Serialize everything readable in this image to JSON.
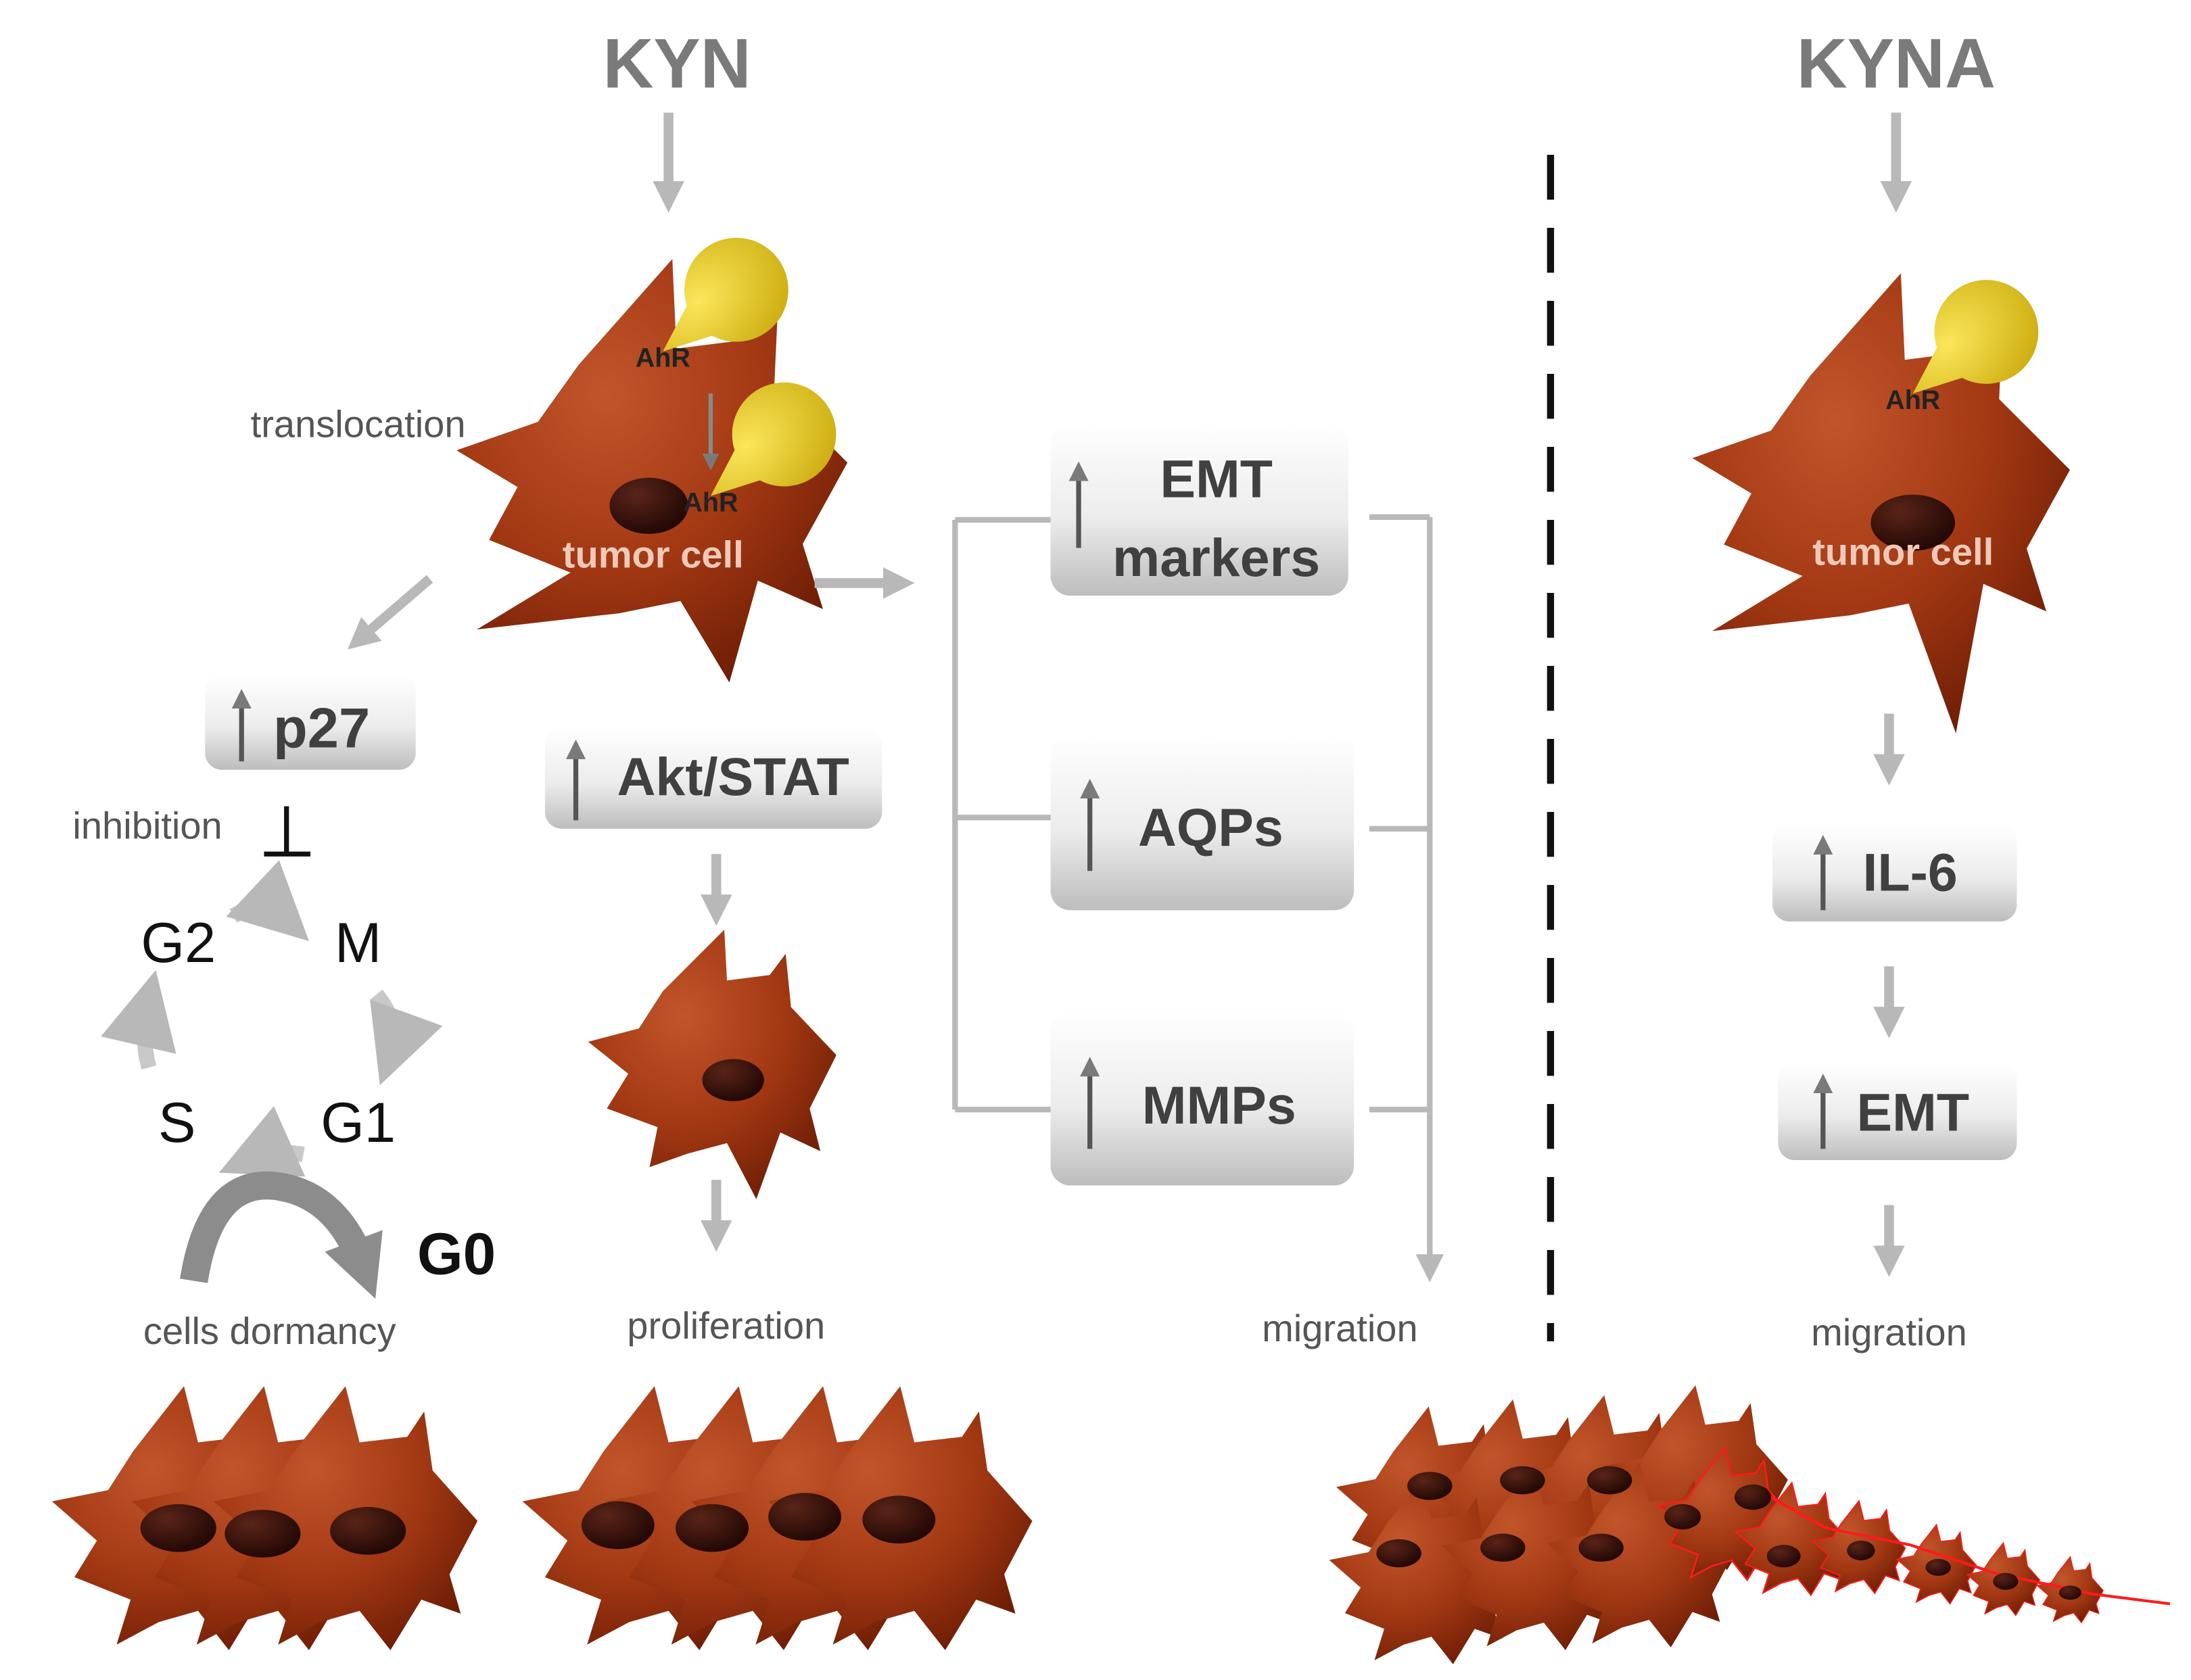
{
  "left_title": "KYN",
  "right_title": "KYNA",
  "receptor": "AhR",
  "cell_label": "tumor cell",
  "translocation": "translocation",
  "inhibition": "inhibition",
  "boxes": {
    "p27": "p27",
    "akt": "Akt/STAT",
    "emt1": "EMT",
    "emt2": "markers",
    "aqps": "AQPs",
    "mmps": "MMPs",
    "il6": "IL-6",
    "emt": "EMT"
  },
  "cycle": {
    "g2": "G2",
    "m": "M",
    "s": "S",
    "g1": "G1",
    "g0": "G0"
  },
  "outcomes": {
    "dormancy": "cells dormancy",
    "proliferation": "proliferation",
    "migration": "migration",
    "migration_right": "migration"
  },
  "colors": {
    "cell": "#a63a14",
    "cell_dark": "#6e1d05",
    "nucleus": "#2a0a06",
    "receptor": "#e8c81a",
    "arrow": "#b8b8b8",
    "migrating_outline": "#ff1a1a"
  }
}
